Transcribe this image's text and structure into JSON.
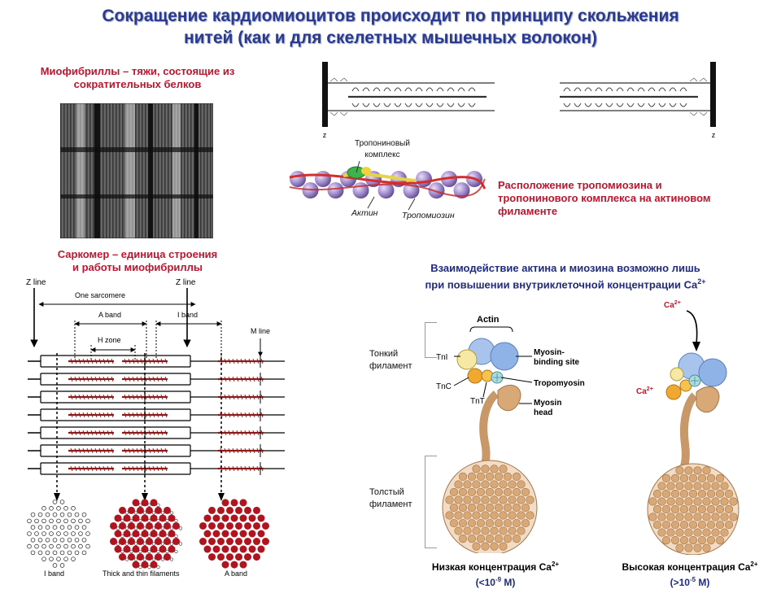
{
  "title": {
    "line1": "Сокращение кардиомиоцитов происходит по принципу скольжения",
    "line2": "нитей (как и для скелетных мышечных волокон)"
  },
  "myofibrils": {
    "caption_line1": "Миофибриллы – тяжи, состоящие из",
    "caption_line2": "сократительных белков"
  },
  "filament": {
    "z_left": "z",
    "z_right": "z",
    "troponin_line1": "Тропониновый",
    "troponin_line2": "комплекс",
    "actin_label": "Актин",
    "tropomyosin_label": "Тропомиозин",
    "caption_line1": "Расположение тропомиозина и",
    "caption_line2": "тропонинового комплекса на актиновом",
    "caption_line3": "филаменте"
  },
  "sarcomere": {
    "caption_line1": "Саркомер – единица строения",
    "caption_line2": "и работы миофибриллы",
    "z_line_left": "Z line",
    "z_line_right": "Z line",
    "one_sarcomere": "One sarcomere",
    "a_band": "A band",
    "i_band": "I band",
    "h_zone": "H zone",
    "m_line": "M line",
    "section_i": "I band",
    "section_thick_thin": "Thick and thin filaments",
    "section_a": "A band"
  },
  "interaction": {
    "caption_line1": "Взаимодействие актина и миозина возможно лишь",
    "caption_line2": "при повышении внутриклеточной концентрации Ca",
    "caption_sup": "2+",
    "thin_line1": "Тонкий",
    "thin_line2": "филамент",
    "thick_line1": "Толстый",
    "thick_line2": "филамент",
    "actin": "Actin",
    "tni": "TnI",
    "tnc": "TnC",
    "tnt": "TnT",
    "binding_line1": "Myosin-",
    "binding_line2": "binding site",
    "tropomyosin": "Tropomyosin",
    "head_line1": "Myosin",
    "head_line2": "head",
    "ca_top": "Ca",
    "ca_top_sup": "2+",
    "ca_side": "Ca",
    "ca_side_sup": "2+",
    "low_line1": "Низкая концентрация Ca",
    "low_line1_sup": "2+",
    "low_line2_pre": "(<10",
    "low_line2_sup": "-9",
    "low_line2_post": " M)",
    "high_line1": "Высокая концентрация Ca",
    "high_line1_sup": "2+",
    "high_line2_pre": "(>10",
    "high_line2_sup": "-5",
    "high_line2_post": " M)"
  },
  "colors": {
    "title": "#2a3b8f",
    "caption_red": "#c0142e",
    "actin_blue": "#8fb3e6",
    "troponin_orange": "#f0a830",
    "myosin_tan": "#d9a877",
    "red_dots": "#b0141e"
  }
}
